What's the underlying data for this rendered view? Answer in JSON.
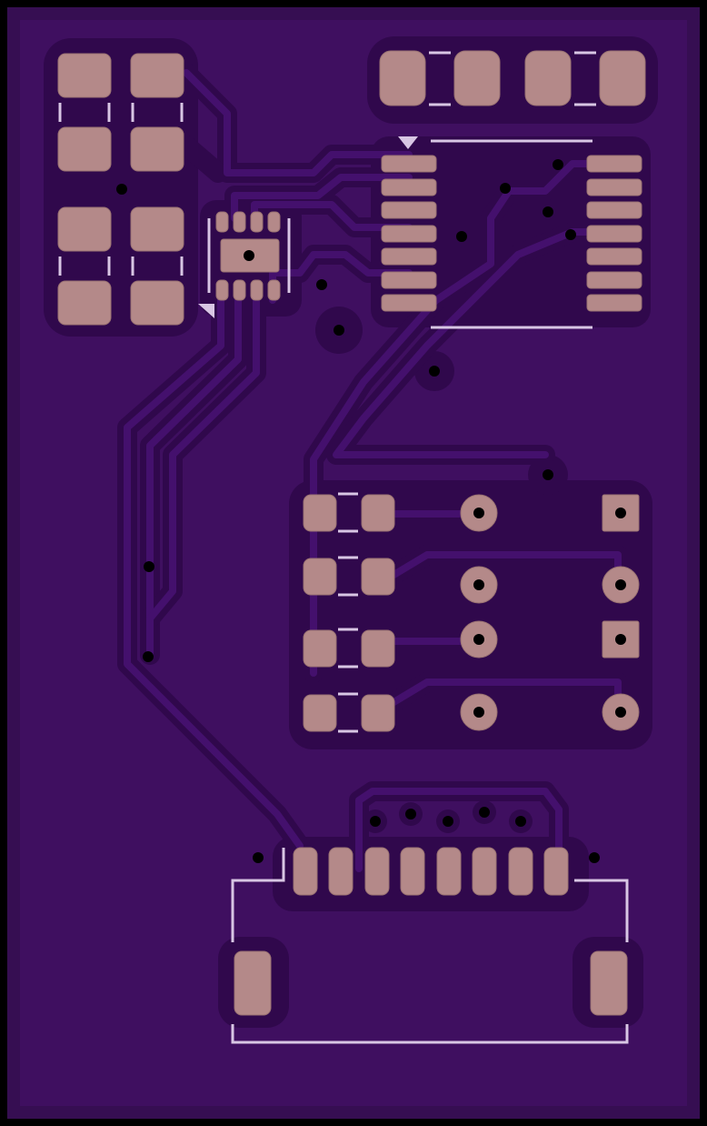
{
  "board": {
    "colors": {
      "edge": "#000000",
      "outline": "#360e52",
      "fill": "#3f0f60",
      "clearance": "#30084c",
      "copper": "#420f6a",
      "pad": "#b48989",
      "pad_stroke": "#9a7272",
      "silk": "#d8c6e4",
      "drill": "#000000"
    },
    "components": [
      {
        "name": "resistor-array-left"
      },
      {
        "name": "ic-small-dfn"
      },
      {
        "name": "capacitors-top"
      },
      {
        "name": "ic-soic"
      },
      {
        "name": "resistor-column"
      },
      {
        "name": "through-hole-header"
      },
      {
        "name": "fpc-connector"
      }
    ]
  }
}
